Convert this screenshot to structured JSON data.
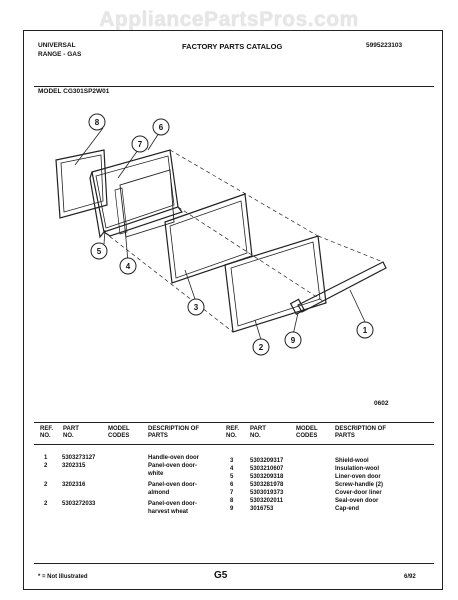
{
  "watermark": "AppliancePartsPros.com",
  "header": {
    "brand_line1": "UNIVERSAL",
    "brand_line2": "RANGE - GAS",
    "catalog_title": "FACTORY PARTS CATALOG",
    "catalog_number": "5995223103",
    "model": "MODEL CG301SP2W01"
  },
  "diagram": {
    "callouts": [
      "8",
      "7",
      "6",
      "5",
      "4",
      "3",
      "2",
      "9",
      "1"
    ],
    "code": "0602"
  },
  "table": {
    "headers": {
      "ref_no": "REF. NO.",
      "part_no": "PART NO.",
      "model_codes": "MODEL CODES",
      "description": "DESCRIPTION OF PARTS"
    },
    "left_rows": [
      {
        "ref": "1",
        "part": "5303273127",
        "desc1": "Handle-oven door",
        "desc2": ""
      },
      {
        "ref": "2",
        "part": "3202315",
        "desc1": "Panel-oven door-",
        "desc2": "white"
      },
      {
        "ref": "2",
        "part": "3202316",
        "desc1": "Panel-oven door-",
        "desc2": "almond"
      },
      {
        "ref": "2",
        "part": "5303272033",
        "desc1": "Panel-oven door-",
        "desc2": "harvest wheat"
      }
    ],
    "right_rows": [
      {
        "ref": "3",
        "part": "5303209317",
        "desc": "Shield-wool"
      },
      {
        "ref": "4",
        "part": "5303210607",
        "desc": "Insulation-wool"
      },
      {
        "ref": "5",
        "part": "5303209318",
        "desc": "Liner-oven door"
      },
      {
        "ref": "6",
        "part": "5303281978",
        "desc": "Screw-handle (2)"
      },
      {
        "ref": "7",
        "part": "5303019373",
        "desc": "Cover-door liner"
      },
      {
        "ref": "8",
        "part": "5303202011",
        "desc": "Seal-oven door"
      },
      {
        "ref": "9",
        "part": "3016753",
        "desc": "Cap-end"
      }
    ]
  },
  "footer": {
    "note": "* = Not Illustrated",
    "page": "G5",
    "date": "6/92"
  }
}
